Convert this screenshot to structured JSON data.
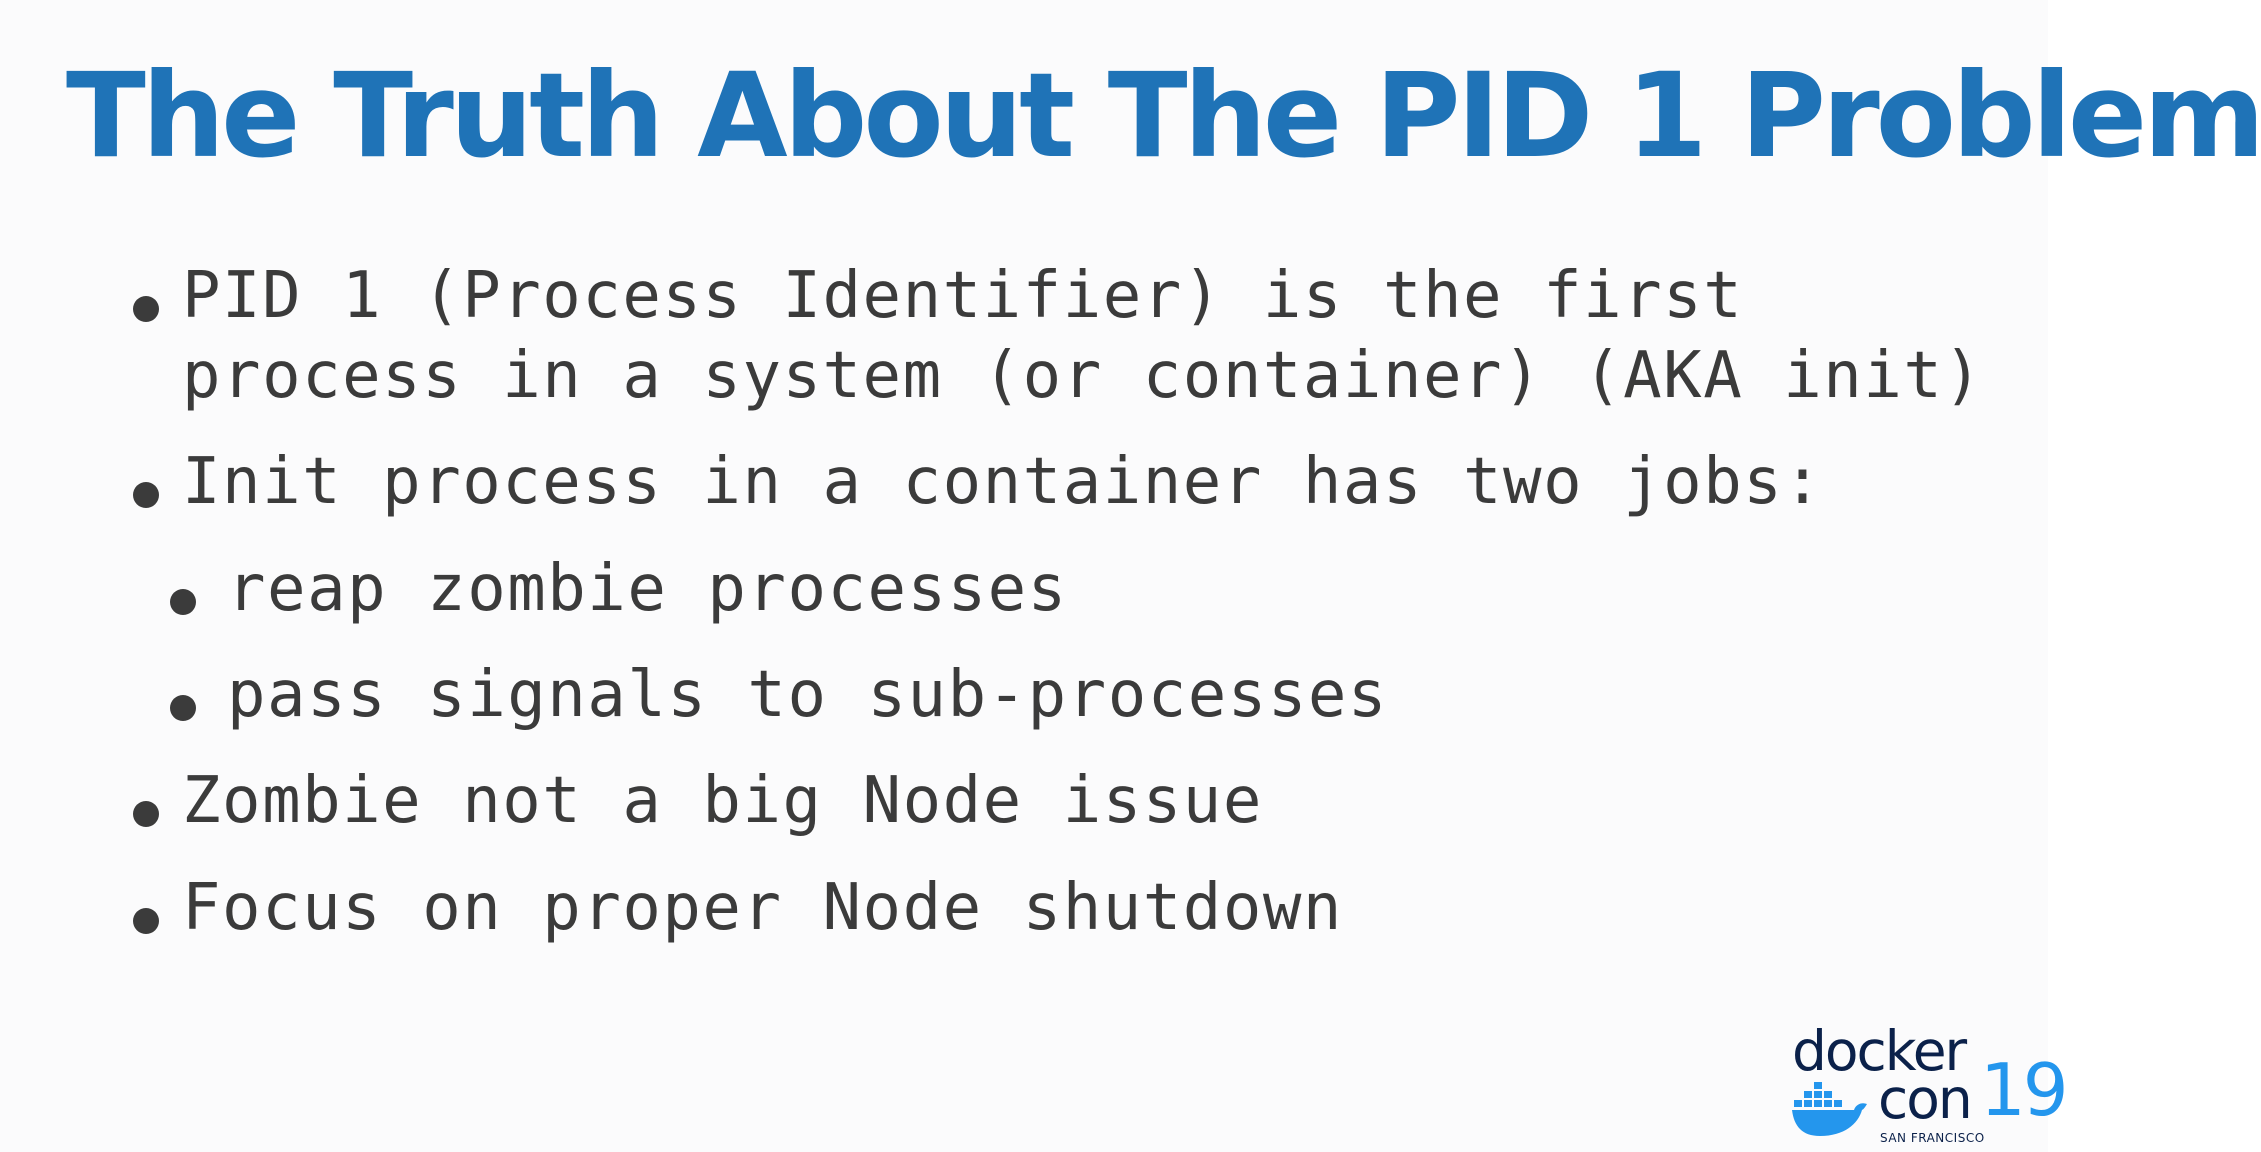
{
  "slide": {
    "title": "The Truth About The PID 1 Problem",
    "bullets": [
      {
        "level": 1,
        "lines": [
          "PID 1 (Process Identifier) is the first",
          "process in a system (or container) (AKA init)"
        ]
      },
      {
        "level": 1,
        "lines": [
          "Init process in a container has two jobs:"
        ]
      },
      {
        "level": 2,
        "lines": [
          "reap zombie processes"
        ]
      },
      {
        "level": 2,
        "lines": [
          "pass signals to sub-processes"
        ]
      },
      {
        "level": 1,
        "lines": [
          "Zombie not a big Node issue"
        ]
      },
      {
        "level": 1,
        "lines": [
          "Focus on proper Node shutdown"
        ]
      }
    ]
  },
  "logo": {
    "word1": "docker",
    "word2": "con",
    "year": "19",
    "city": "SAN FRANCISCO",
    "icon": "docker-whale-icon",
    "colors": {
      "navy": "#0b214a",
      "blue": "#2496ed"
    }
  },
  "colors": {
    "title": "#1f73b7",
    "body_text": "#3b3b3b",
    "background": "#fbfbfc"
  }
}
